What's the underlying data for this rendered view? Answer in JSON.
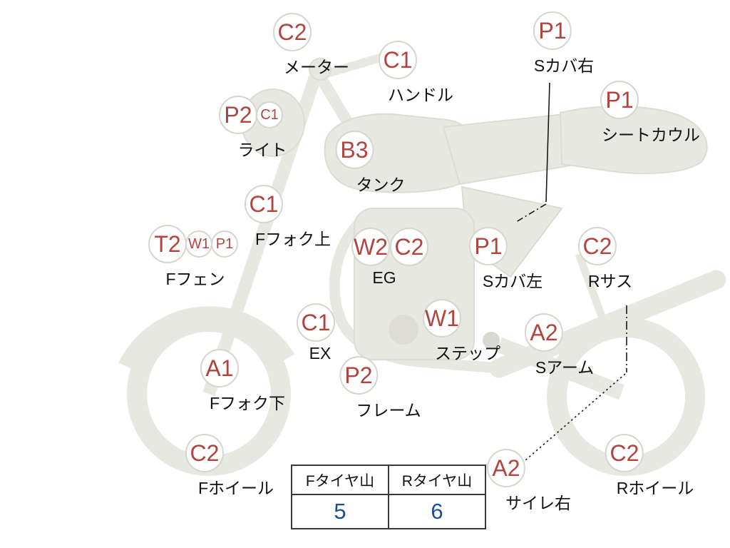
{
  "labels": [
    {
      "name": "meter",
      "codes": [
        {
          "t": "C2",
          "s": "lg"
        }
      ],
      "part": "メーター"
    },
    {
      "name": "handlebar",
      "codes": [
        {
          "t": "C1",
          "s": "lg"
        }
      ],
      "part": "ハンドル"
    },
    {
      "name": "side-cover-right",
      "codes": [
        {
          "t": "P1",
          "s": "lg"
        }
      ],
      "part": "Sカバ右"
    },
    {
      "name": "seat-cowl",
      "codes": [
        {
          "t": "P1",
          "s": "lg"
        }
      ],
      "part": "シートカウル"
    },
    {
      "name": "headlight",
      "codes": [
        {
          "t": "P2",
          "s": "lg"
        },
        {
          "t": "C1",
          "s": "sm"
        }
      ],
      "part": "ライト"
    },
    {
      "name": "tank",
      "codes": [
        {
          "t": "B3",
          "s": "lg"
        }
      ],
      "part": "タンク"
    },
    {
      "name": "front-fork-upper",
      "codes": [
        {
          "t": "C1",
          "s": "lg"
        }
      ],
      "part": "Fフォク上"
    },
    {
      "name": "front-fender",
      "codes": [
        {
          "t": "T2",
          "s": "lg"
        },
        {
          "t": "W1",
          "s": "sm"
        },
        {
          "t": "P1",
          "s": "sm"
        }
      ],
      "part": "Fフェン"
    },
    {
      "name": "engine",
      "codes": [
        {
          "t": "W2",
          "s": "lg"
        },
        {
          "t": "C2",
          "s": "lg"
        }
      ],
      "part": "EG"
    },
    {
      "name": "side-cover-left",
      "codes": [
        {
          "t": "P1",
          "s": "lg"
        }
      ],
      "part": "Sカバ左"
    },
    {
      "name": "rear-suspension",
      "codes": [
        {
          "t": "C2",
          "s": "lg"
        }
      ],
      "part": "Rサス"
    },
    {
      "name": "exhaust",
      "codes": [
        {
          "t": "C1",
          "s": "lg"
        }
      ],
      "part": "EX"
    },
    {
      "name": "step",
      "codes": [
        {
          "t": "W1",
          "s": "lg"
        }
      ],
      "part": "ステップ"
    },
    {
      "name": "swing-arm",
      "codes": [
        {
          "t": "A2",
          "s": "lg"
        }
      ],
      "part": "Sアーム"
    },
    {
      "name": "front-fork-lower",
      "codes": [
        {
          "t": "A1",
          "s": "lg"
        }
      ],
      "part": "Fフォク下"
    },
    {
      "name": "frame",
      "codes": [
        {
          "t": "P2",
          "s": "lg"
        }
      ],
      "part": "フレーム"
    },
    {
      "name": "front-wheel",
      "codes": [
        {
          "t": "C2",
          "s": "lg"
        }
      ],
      "part": "Fホイール"
    },
    {
      "name": "silencer-right",
      "codes": [
        {
          "t": "A2",
          "s": "lg"
        }
      ],
      "part": "サイレ右"
    },
    {
      "name": "rear-wheel",
      "codes": [
        {
          "t": "C2",
          "s": "lg"
        }
      ],
      "part": "Rホイール"
    }
  ],
  "tire_table": {
    "front_header": "Fタイヤ山",
    "rear_header": "Rタイヤ山",
    "front_value": "5",
    "rear_value": "6"
  },
  "colors": {
    "code_red": "#b2433d",
    "value_blue": "#1d4e93",
    "bike_gray": "#e8e8e2"
  }
}
